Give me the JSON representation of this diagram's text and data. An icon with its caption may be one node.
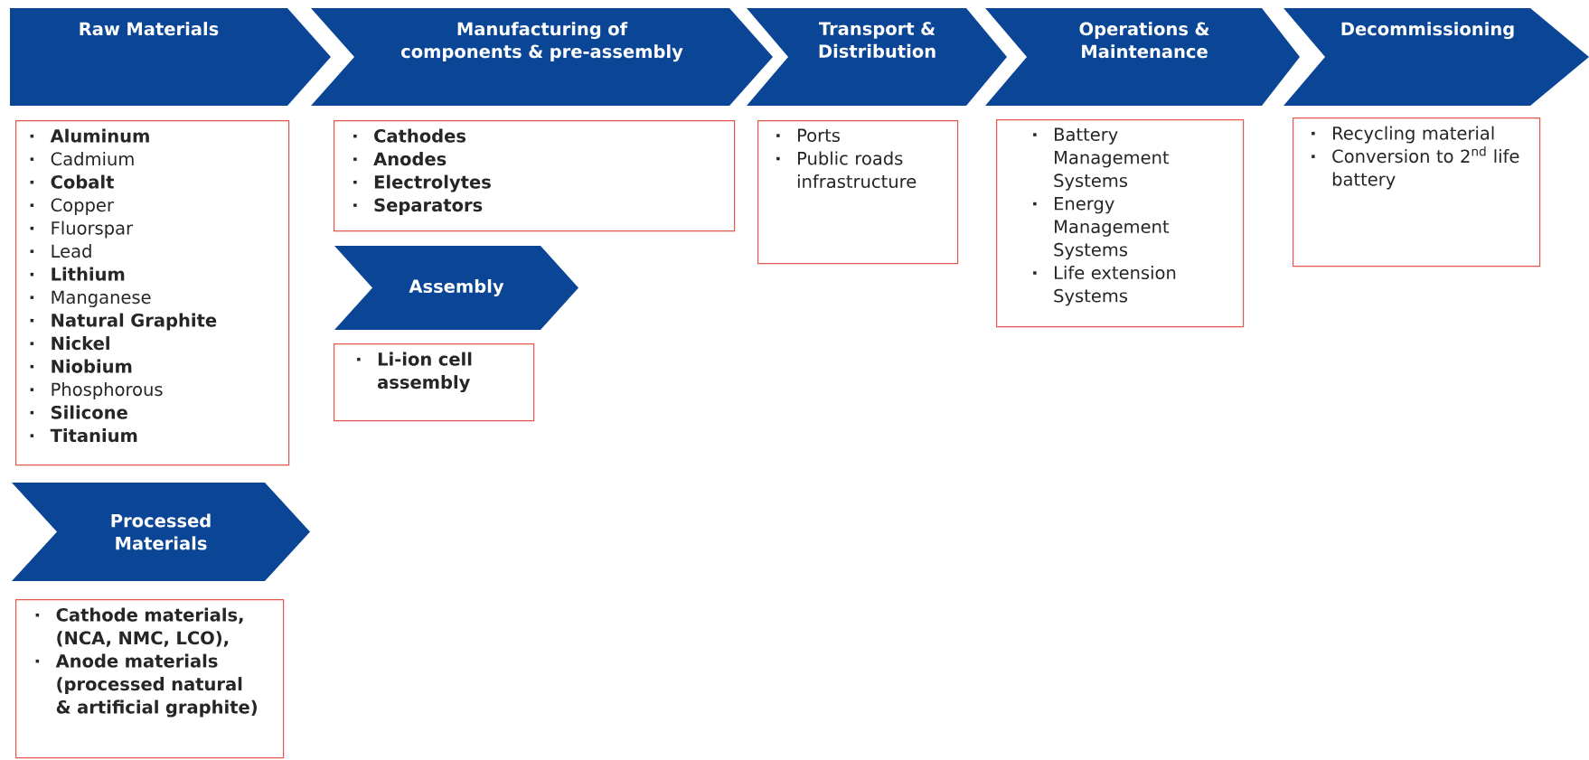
{
  "diagram": {
    "nodes": [
      {
        "text": [
          "Raw Materials"
        ]
      },
      {
        "text": [
          "Manufacturing of components & pre-assembly"
        ]
      },
      {
        "text": [
          "Transport & Distribution"
        ]
      },
      {
        "text": [
          "Operations & Maintenance"
        ]
      },
      {
        "text": [
          "Decommissioning"
        ]
      },
      {
        "text": [
          "**Aluminum**",
          "Cadmium",
          "**Cobalt**",
          "Copper",
          "Fluorspar",
          "Lead",
          "**Lithium**",
          "Manganese",
          "**Natural Graphite**",
          "**Nickel**",
          "**Niobium**",
          "Phosphorous",
          "**Silicone**",
          "**Titanium**"
        ]
      },
      {
        "text": [
          "**Cathodes**",
          "**Anodes**",
          "**Electrolytes**",
          "**Separators**"
        ]
      },
      {
        "text": [
          "Ports",
          "Public roads infrastructure"
        ]
      },
      {
        "text": [
          "Battery Management Systems",
          "Energy Management Systems",
          "Life extension Systems"
        ]
      },
      {
        "text": [
          "Recycling material",
          "Conversion to 2$^{nd}$ life battery"
        ]
      },
      {
        "text": [
          "Assembly"
        ]
      },
      {
        "text": [
          "**Li-ion cell assembly**"
        ]
      },
      {
        "text": [
          "Processed Materials"
        ]
      },
      {
        "text": [
          "**Cathode materials, (NCA, NMC, LCO),**",
          "**Anode materials (processed natural & artificial graphite)**"
        ]
      }
    ],
    "edges": []
  }
}
